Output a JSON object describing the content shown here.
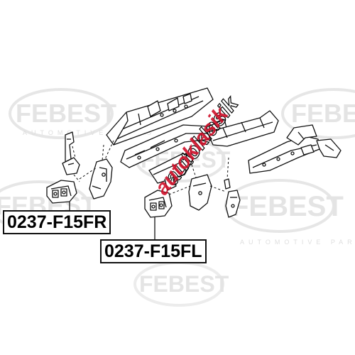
{
  "watermark": {
    "brand": "FEBEST",
    "subtitle": "AUTOMOTIVE PARTS",
    "color": "#e4e4e4"
  },
  "stamp": {
    "text": "autoklasik",
    "color": "#d0102a"
  },
  "callouts": {
    "front_right": "0237-F15FR",
    "front_left": "0237-F15FL"
  }
}
